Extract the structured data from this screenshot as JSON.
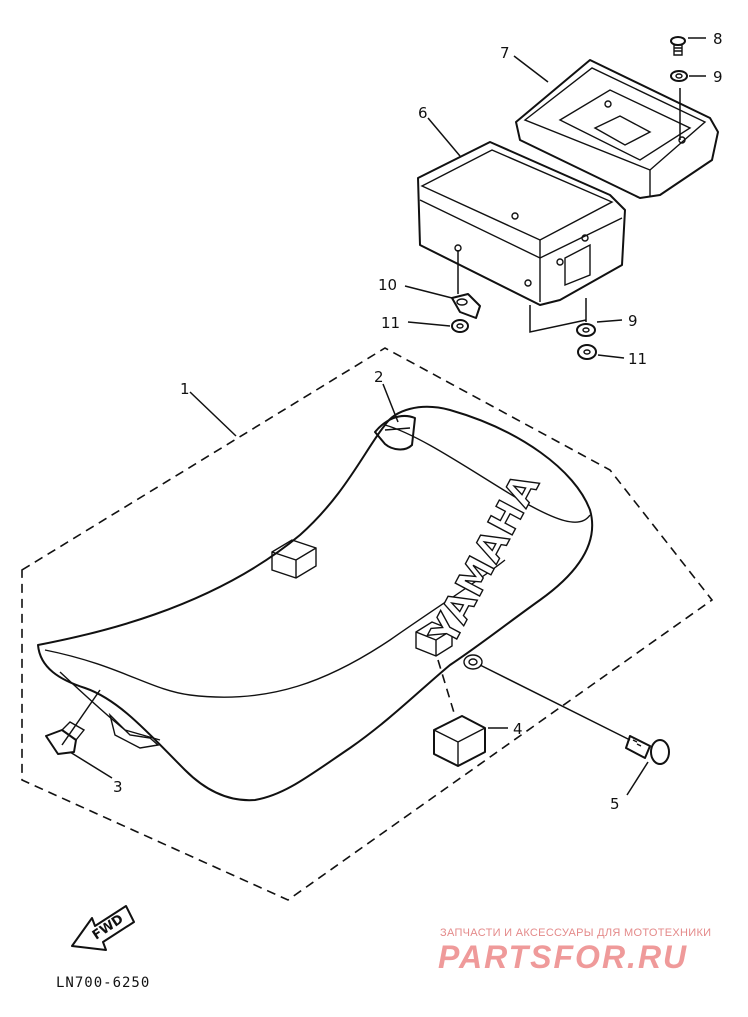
{
  "diagram": {
    "part_labels": [
      {
        "id": "1",
        "text": "1"
      },
      {
        "id": "2",
        "text": "2"
      },
      {
        "id": "3",
        "text": "3"
      },
      {
        "id": "4",
        "text": "4"
      },
      {
        "id": "5",
        "text": "5"
      },
      {
        "id": "6",
        "text": "6"
      },
      {
        "id": "7",
        "text": "7"
      },
      {
        "id": "8",
        "text": "8"
      },
      {
        "id": "9a",
        "text": "9"
      },
      {
        "id": "9b",
        "text": "9"
      },
      {
        "id": "10",
        "text": "10"
      },
      {
        "id": "11a",
        "text": "11"
      },
      {
        "id": "11b",
        "text": "11"
      }
    ],
    "seat_brand": "YAMAHA",
    "fwd_label": "FWD",
    "drawing_code": "LN700-6250"
  },
  "watermark": {
    "tagline": "ЗАПЧАСТИ И АКСЕССУАРЫ ДЛЯ МОТОТЕХНИКИ",
    "site": "PARTSFOR.RU",
    "color": "#ef9a9a"
  }
}
